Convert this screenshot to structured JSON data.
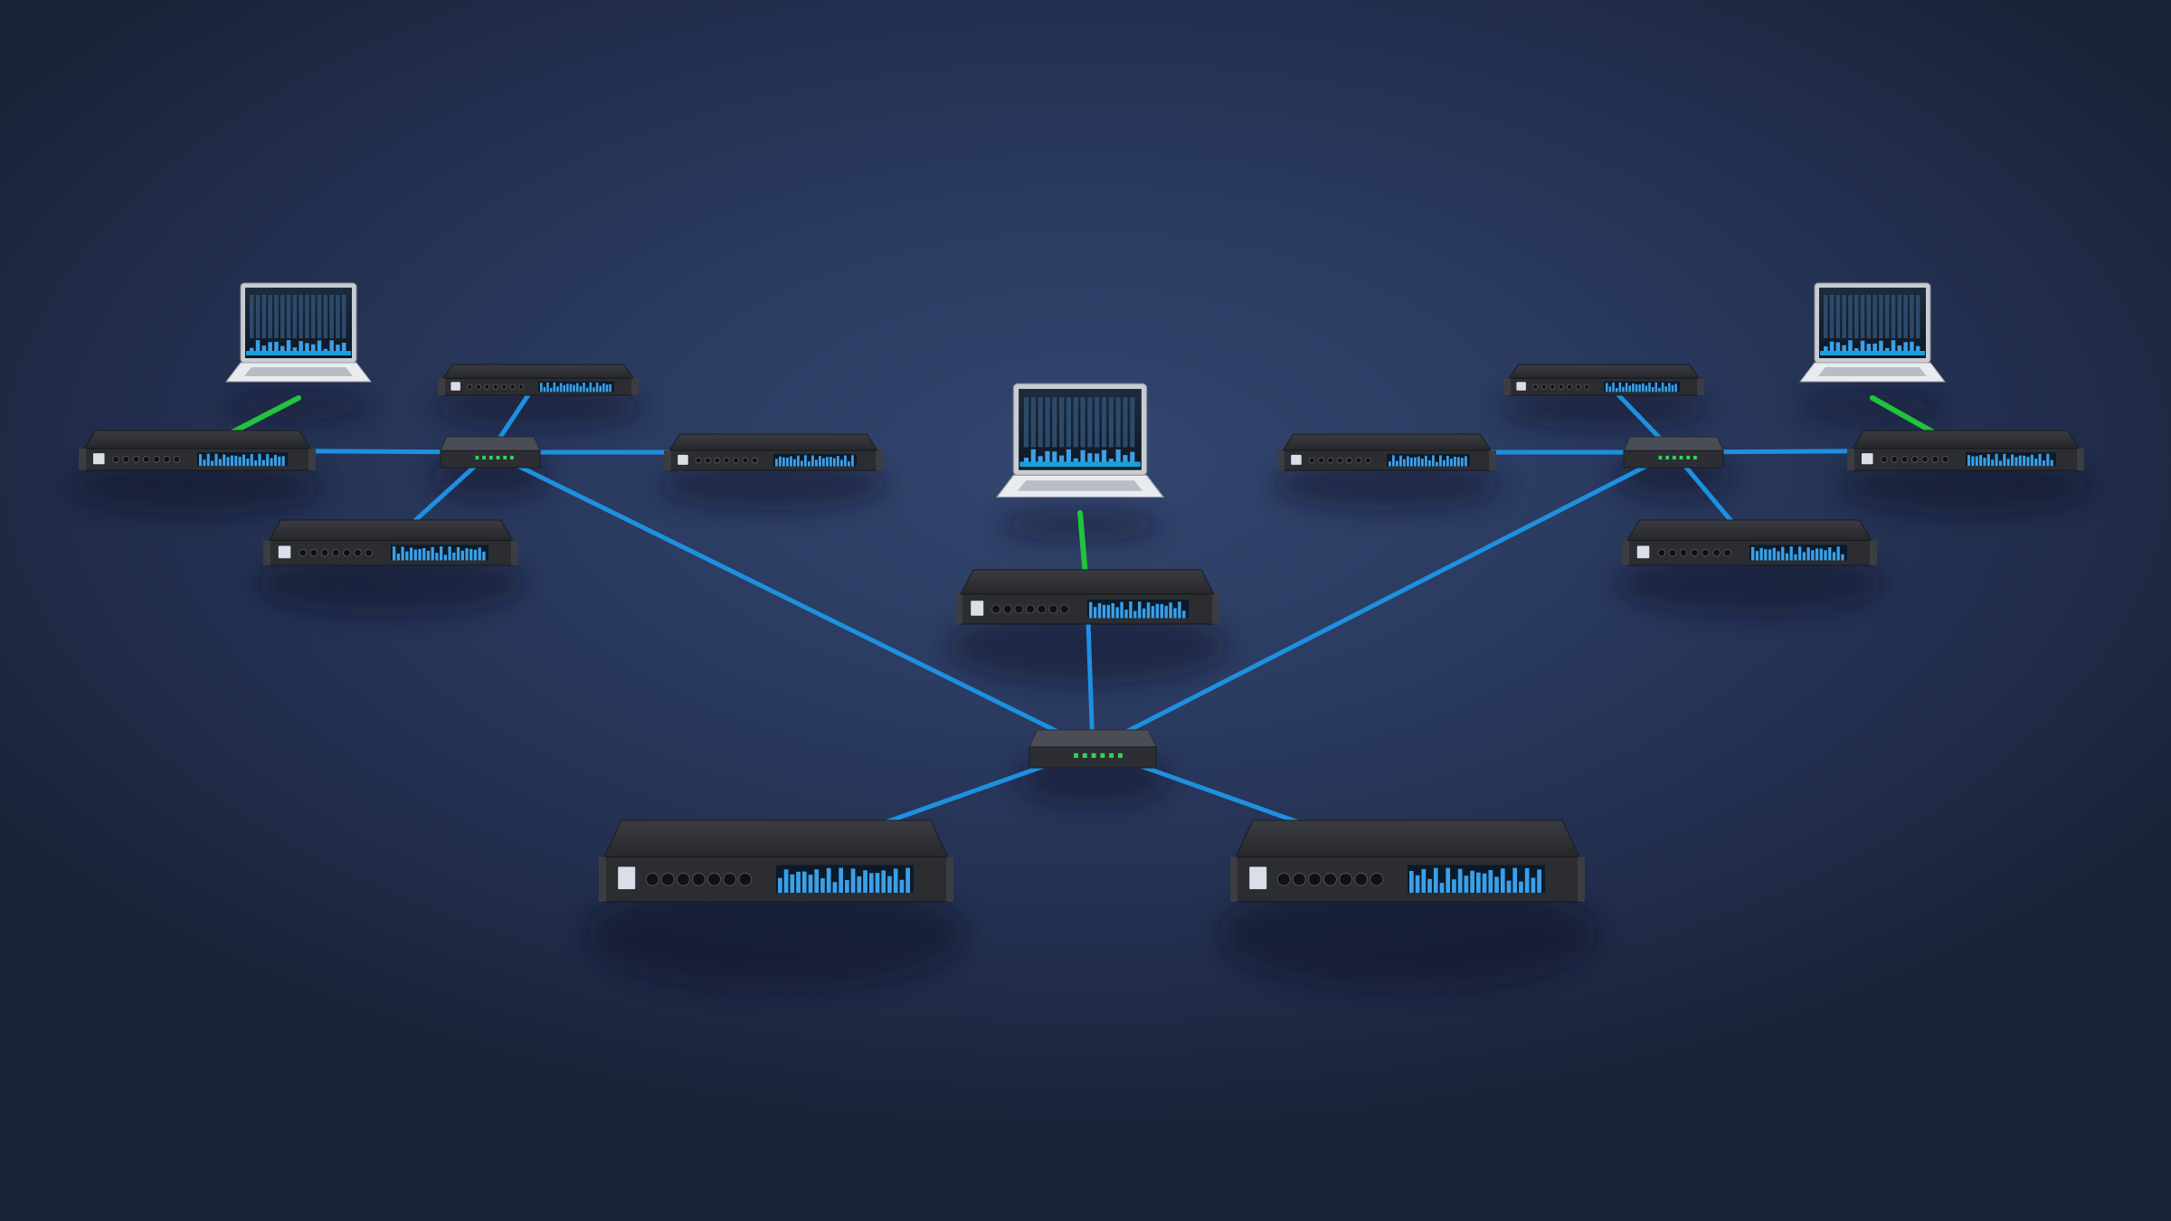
{
  "colors": {
    "background": "#2a3a60",
    "network_cable": "#1e90e0",
    "usb_cable": "#21c43c",
    "device_body": "#2b2d31",
    "display_accent": "#3aa0e8",
    "switch_led": "#34d15a"
  },
  "icons": {
    "laptop": "laptop-computer-icon",
    "interface": "rack-audio-interface-icon",
    "switch": "network-switch-icon"
  },
  "network": {
    "hubs": [
      "hub-left",
      "hub-center",
      "hub-right"
    ],
    "devices": [
      {
        "id": "laptop-left",
        "kind": "laptop"
      },
      {
        "id": "laptop-center",
        "kind": "laptop"
      },
      {
        "id": "laptop-right",
        "kind": "laptop"
      },
      {
        "id": "if-left-top",
        "kind": "interface"
      },
      {
        "id": "if-left-main",
        "kind": "interface"
      },
      {
        "id": "if-left-mid",
        "kind": "interface"
      },
      {
        "id": "if-left-low",
        "kind": "interface"
      },
      {
        "id": "if-center-top",
        "kind": "interface"
      },
      {
        "id": "if-center-left",
        "kind": "interface"
      },
      {
        "id": "if-center-right",
        "kind": "interface"
      },
      {
        "id": "if-right-top",
        "kind": "interface"
      },
      {
        "id": "if-right-mid",
        "kind": "interface"
      },
      {
        "id": "if-right-main",
        "kind": "interface"
      },
      {
        "id": "if-right-low",
        "kind": "interface"
      }
    ],
    "links": [
      {
        "from": "laptop-left",
        "to": "if-left-main",
        "type": "usb"
      },
      {
        "from": "laptop-center",
        "to": "if-center-top",
        "type": "usb"
      },
      {
        "from": "laptop-right",
        "to": "if-right-main",
        "type": "usb"
      },
      {
        "from": "hub-left",
        "to": "if-left-main",
        "type": "network"
      },
      {
        "from": "hub-left",
        "to": "if-left-top",
        "type": "network"
      },
      {
        "from": "hub-left",
        "to": "if-left-mid",
        "type": "network"
      },
      {
        "from": "hub-left",
        "to": "if-left-low",
        "type": "network"
      },
      {
        "from": "hub-left",
        "to": "hub-center",
        "type": "network"
      },
      {
        "from": "hub-right",
        "to": "if-right-top",
        "type": "network"
      },
      {
        "from": "hub-right",
        "to": "if-right-mid",
        "type": "network"
      },
      {
        "from": "hub-right",
        "to": "if-right-main",
        "type": "network"
      },
      {
        "from": "hub-right",
        "to": "if-right-low",
        "type": "network"
      },
      {
        "from": "hub-right",
        "to": "hub-center",
        "type": "network"
      },
      {
        "from": "hub-center",
        "to": "if-center-top",
        "type": "network"
      },
      {
        "from": "hub-center",
        "to": "if-center-left",
        "type": "network"
      },
      {
        "from": "hub-center",
        "to": "if-center-right",
        "type": "network"
      }
    ]
  }
}
